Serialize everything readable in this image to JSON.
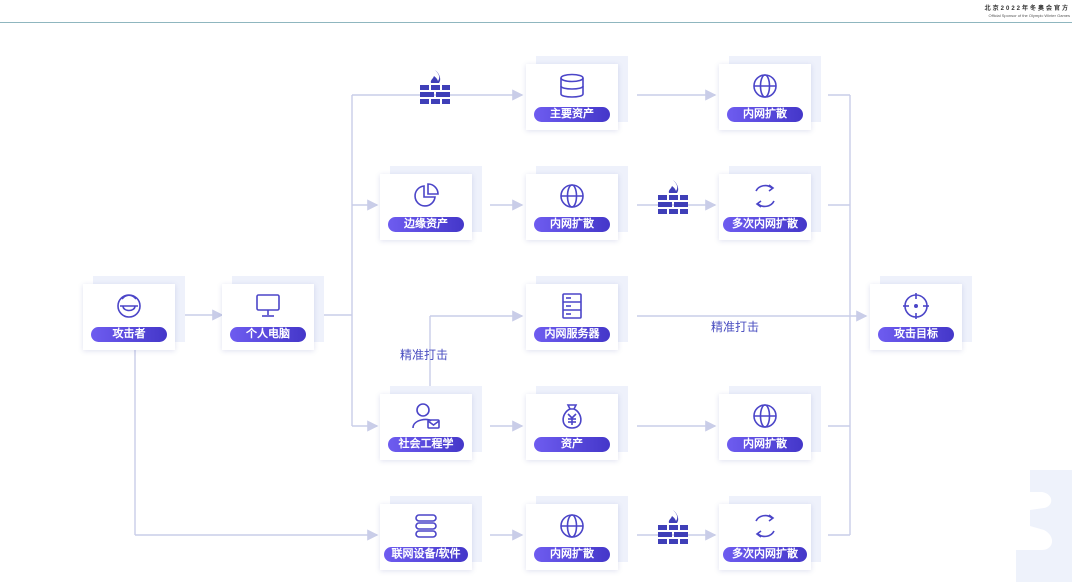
{
  "header": {
    "brand_cn": "北京2022年冬奥会官方",
    "brand_en": "Official Sponsor of the Olympic Winter Games"
  },
  "nodes": {
    "attacker": "攻击者",
    "pc": "个人电脑",
    "main_asset": "主要资产",
    "lateral_1": "内网扩散",
    "edge_asset": "边缘资产",
    "lateral_2": "内网扩散",
    "multi_lateral_1": "多次内网扩散",
    "intranet_server": "内网服务器",
    "target": "攻击目标",
    "social_engineering": "社会工程学",
    "asset": "资产",
    "lateral_3": "内网扩散",
    "iot_device": "联网设备/软件",
    "lateral_4": "内网扩散",
    "multi_lateral_2": "多次内网扩散"
  },
  "annotations": {
    "precise_strike_left": "精准打击",
    "precise_strike_right": "精准打击"
  },
  "colors": {
    "accent": "#5a4ee0",
    "line": "#c9cde8",
    "firewall": "#3f3fb8"
  }
}
